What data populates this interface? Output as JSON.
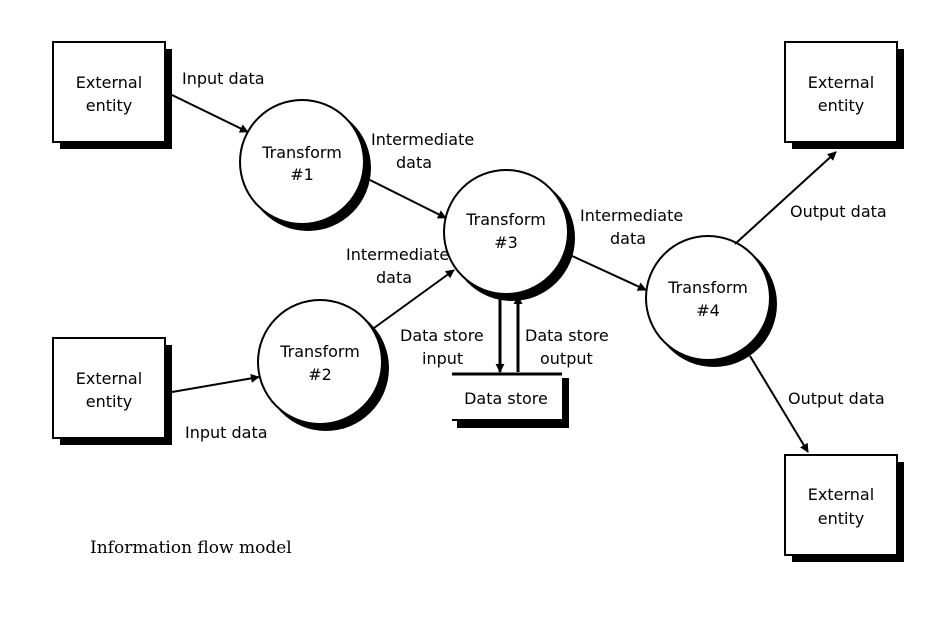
{
  "entities": {
    "e1": {
      "line1": "External",
      "line2": "entity"
    },
    "e2": {
      "line1": "External",
      "line2": "entity"
    },
    "e3": {
      "line1": "External",
      "line2": "entity"
    },
    "e4": {
      "line1": "External",
      "line2": "entity"
    }
  },
  "transforms": {
    "t1": {
      "line1": "Transform",
      "line2": "#1"
    },
    "t2": {
      "line1": "Transform",
      "line2": "#2"
    },
    "t3": {
      "line1": "Transform",
      "line2": "#3"
    },
    "t4": {
      "line1": "Transform",
      "line2": "#4"
    }
  },
  "datastore": {
    "label": "Data store"
  },
  "flows": {
    "input1": "Input data",
    "input2": "Input data",
    "inter1": {
      "line1": "Intermediate",
      "line2": "data"
    },
    "inter2": {
      "line1": "Intermediate",
      "line2": "data"
    },
    "inter3": {
      "line1": "Intermediate",
      "line2": "data"
    },
    "store_in": {
      "line1": "Data store",
      "line2": "input"
    },
    "store_out": {
      "line1": "Data store",
      "line2": "output"
    },
    "output1": "Output data",
    "output2": "Output data"
  },
  "caption": "Information flow model"
}
